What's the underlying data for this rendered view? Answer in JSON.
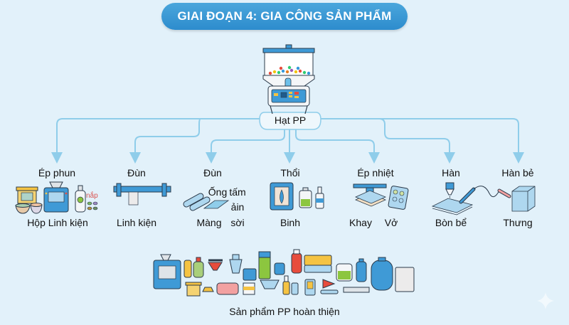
{
  "header": {
    "title": "GIAI ĐOẠN 4: GIA CÔNG SẢN PHẨM"
  },
  "source": {
    "label": "Hạt PP",
    "icon": "hopper-machine-icon"
  },
  "processes": [
    {
      "name": "Ép phun",
      "outputs": [
        "Hộp Linh kiện"
      ],
      "icons": [
        "container-icon",
        "bowl-icon",
        "injection-machine-icon",
        "bottle-icon",
        "caps-icon"
      ],
      "cap_label": "nắp"
    },
    {
      "name": "Đùn",
      "outputs": [
        "Linh kiện"
      ],
      "icons": [
        "extruder-icon"
      ]
    },
    {
      "name": "Đùn",
      "outputs": [
        "Ống",
        "tấm",
        "ảin",
        "Màng",
        "sời"
      ],
      "icons": [
        "pipes-icon",
        "sheet-icon"
      ]
    },
    {
      "name": "Thổi",
      "outputs": [
        "Binh"
      ],
      "icons": [
        "blow-mold-icon",
        "jug-icon",
        "bottle-icon"
      ]
    },
    {
      "name": "Ép nhiệt",
      "outputs": [
        "Khay",
        "Vở"
      ],
      "icons": [
        "thermoform-press-icon",
        "tray-icon"
      ]
    },
    {
      "name": "Hàn",
      "outputs": [
        "Bòn bể"
      ],
      "icons": [
        "welding-nozzle-icon",
        "welding-pen-icon"
      ]
    },
    {
      "name": "Hàn bẻ",
      "outputs": [
        "Thưng"
      ],
      "icons": [
        "welding-pen-icon",
        "box-icon"
      ]
    }
  ],
  "footer": {
    "label": "Sản phẩm PP hoàn thiện"
  },
  "colors": {
    "accent": "#2d8ccd",
    "line": "#8fcdea",
    "background": "#e2f1fa",
    "icon_blue": "#3f9ad6",
    "icon_outline": "#2b3a4a"
  }
}
